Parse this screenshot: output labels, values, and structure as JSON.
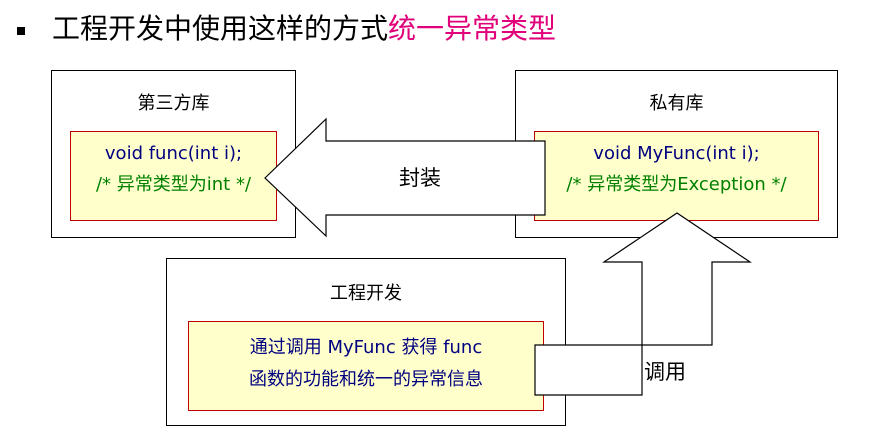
{
  "heading": {
    "prefix": "工程开发中使用这样的方式",
    "highlight": "统一异常类型"
  },
  "third_party": {
    "title": "第三方库",
    "code": "void func(int i);",
    "comment": "/* 异常类型为int */"
  },
  "private_lib": {
    "title": "私有库",
    "code": "void MyFunc(int i);",
    "comment": "/* 异常类型为Exception */"
  },
  "project": {
    "title": "工程开发",
    "line1": "通过调用 MyFunc 获得 func",
    "line2": "函数的功能和统一的异常信息"
  },
  "arrows": {
    "wrap_label": "封装",
    "call_label": "调用"
  },
  "colors": {
    "accent": "#e0007a",
    "code_text": "#000080",
    "comment_text": "#008000",
    "inner_fill": "#ffffcc",
    "inner_border": "#c00000"
  }
}
